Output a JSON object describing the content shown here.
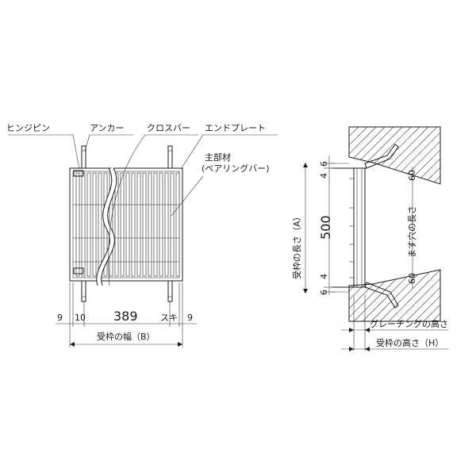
{
  "labels": {
    "hinge_pin": "ヒンジピン",
    "anchor": "アンカー",
    "cross_bar": "クロスバー",
    "end_plate": "エンドプレート",
    "main_member_1": "主部材",
    "main_member_2": "(ベアリングバー)"
  },
  "plan_dims": {
    "left_gap": "9",
    "left_inner": "10",
    "width_value": "389",
    "clearance": "スキ",
    "right_gap": "9",
    "frame_width_label": "受枠の幅（B）"
  },
  "section_dims": {
    "top_offset": "6",
    "top_inner": "4",
    "length_value": "500",
    "bottom_inner": "4",
    "bottom_offset": "6",
    "frame_length_label": "受枠の長さ（A）",
    "top_depth": "60",
    "bottom_depth": "60",
    "hole_length_label": "ます穴の長さ",
    "grating_height_label": "グレーチングの高さ",
    "frame_height_label": "受枠の高さ（H）"
  },
  "colors": {
    "line": "#1a1a1a",
    "bar": "#555555",
    "hatch": "#333333"
  }
}
